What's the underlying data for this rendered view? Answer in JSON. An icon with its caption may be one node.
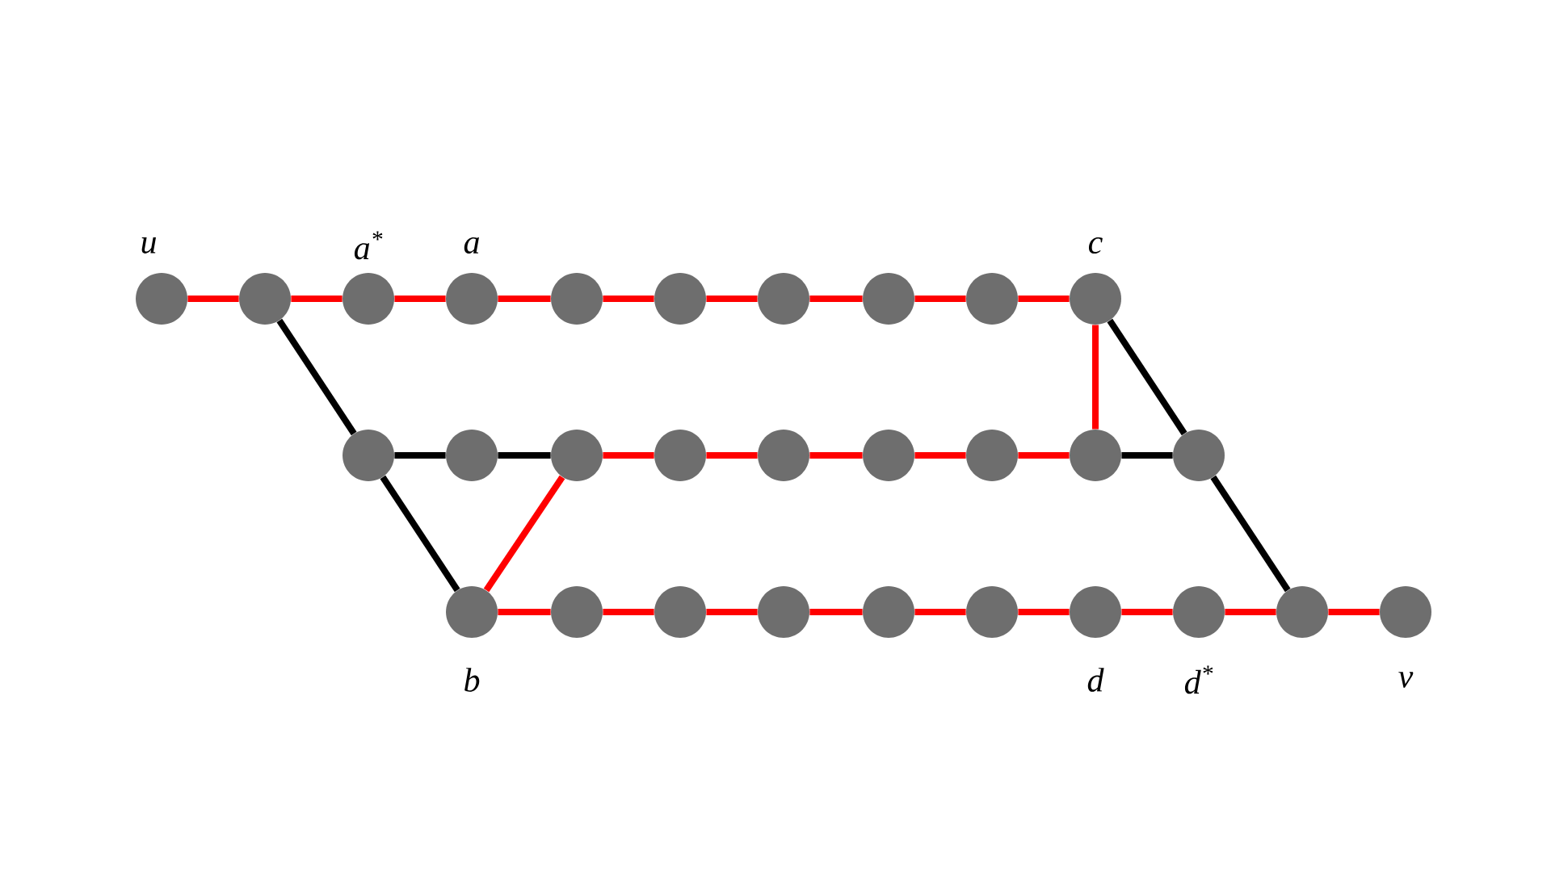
{
  "diagram": {
    "nodes": [
      {
        "text": [],
        "shape": "circle",
        "beside": [
          "u"
        ]
      },
      {
        "text": [],
        "shape": "circle"
      },
      {
        "text": [],
        "shape": "circle",
        "beside": [
          "a$^{*}$"
        ]
      },
      {
        "text": [],
        "shape": "circle",
        "beside": [
          "a"
        ]
      },
      {
        "text": [],
        "shape": "circle"
      },
      {
        "text": [],
        "shape": "circle"
      },
      {
        "text": [],
        "shape": "circle"
      },
      {
        "text": [],
        "shape": "circle"
      },
      {
        "text": [],
        "shape": "circle"
      },
      {
        "text": [],
        "shape": "circle",
        "beside": [
          "c"
        ]
      },
      {
        "text": [],
        "shape": "circle"
      },
      {
        "text": [],
        "shape": "circle"
      },
      {
        "text": [],
        "shape": "circle"
      },
      {
        "text": [],
        "shape": "circle"
      },
      {
        "text": [],
        "shape": "circle"
      },
      {
        "text": [],
        "shape": "circle"
      },
      {
        "text": [],
        "shape": "circle"
      },
      {
        "text": [],
        "shape": "circle"
      },
      {
        "text": [],
        "shape": "circle"
      },
      {
        "text": [],
        "shape": "circle",
        "beside": [
          "b"
        ]
      },
      {
        "text": [],
        "shape": "circle"
      },
      {
        "text": [],
        "shape": "circle"
      },
      {
        "text": [],
        "shape": "circle"
      },
      {
        "text": [],
        "shape": "circle"
      },
      {
        "text": [],
        "shape": "circle"
      },
      {
        "text": [],
        "shape": "circle",
        "beside": [
          "d"
        ]
      },
      {
        "text": [],
        "shape": "circle",
        "beside": [
          "d$^{*}$"
        ]
      },
      {
        "text": [],
        "shape": "circle"
      },
      {
        "text": [],
        "shape": "circle",
        "beside": [
          "v"
        ]
      }
    ],
    "edges": [
      {
        "from": 0,
        "to": 1,
        "arrow": "none"
      },
      {
        "from": 1,
        "to": 2,
        "arrow": "none"
      },
      {
        "from": 2,
        "to": 3,
        "arrow": "none"
      },
      {
        "from": 3,
        "to": 4,
        "arrow": "none"
      },
      {
        "from": 4,
        "to": 5,
        "arrow": "none"
      },
      {
        "from": 5,
        "to": 6,
        "arrow": "none"
      },
      {
        "from": 6,
        "to": 7,
        "arrow": "none"
      },
      {
        "from": 7,
        "to": 8,
        "arrow": "none"
      },
      {
        "from": 8,
        "to": 9,
        "arrow": "none"
      },
      {
        "from": 1,
        "to": 10,
        "arrow": "none",
        "color": "#000000"
      },
      {
        "from": 10,
        "to": 11,
        "arrow": "none",
        "color": "#000000"
      },
      {
        "from": 11,
        "to": 12,
        "arrow": "none",
        "color": "#000000"
      },
      {
        "from": 12,
        "to": 13,
        "arrow": "none"
      },
      {
        "from": 13,
        "to": 14,
        "arrow": "none"
      },
      {
        "from": 14,
        "to": 15,
        "arrow": "none"
      },
      {
        "from": 15,
        "to": 16,
        "arrow": "none"
      },
      {
        "from": 16,
        "to": 17,
        "arrow": "none"
      },
      {
        "from": 17,
        "to": 18,
        "arrow": "none",
        "color": "#000000"
      },
      {
        "from": 9,
        "to": 17,
        "arrow": "none"
      },
      {
        "from": 9,
        "to": 18,
        "arrow": "none",
        "color": "#000000"
      },
      {
        "from": 10,
        "to": 19,
        "arrow": "none",
        "color": "#000000"
      },
      {
        "from": 19,
        "to": 12,
        "arrow": "none"
      },
      {
        "from": 19,
        "to": 20,
        "arrow": "none"
      },
      {
        "from": 20,
        "to": 21,
        "arrow": "none"
      },
      {
        "from": 21,
        "to": 22,
        "arrow": "none"
      },
      {
        "from": 22,
        "to": 23,
        "arrow": "none"
      },
      {
        "from": 23,
        "to": 24,
        "arrow": "none"
      },
      {
        "from": 24,
        "to": 25,
        "arrow": "none"
      },
      {
        "from": 25,
        "to": 26,
        "arrow": "none"
      },
      {
        "from": 26,
        "to": 27,
        "arrow": "none"
      },
      {
        "from": 27,
        "to": 28,
        "arrow": "none"
      },
      {
        "from": 18,
        "to": 27,
        "arrow": "none",
        "color": "#000000"
      }
    ]
  }
}
